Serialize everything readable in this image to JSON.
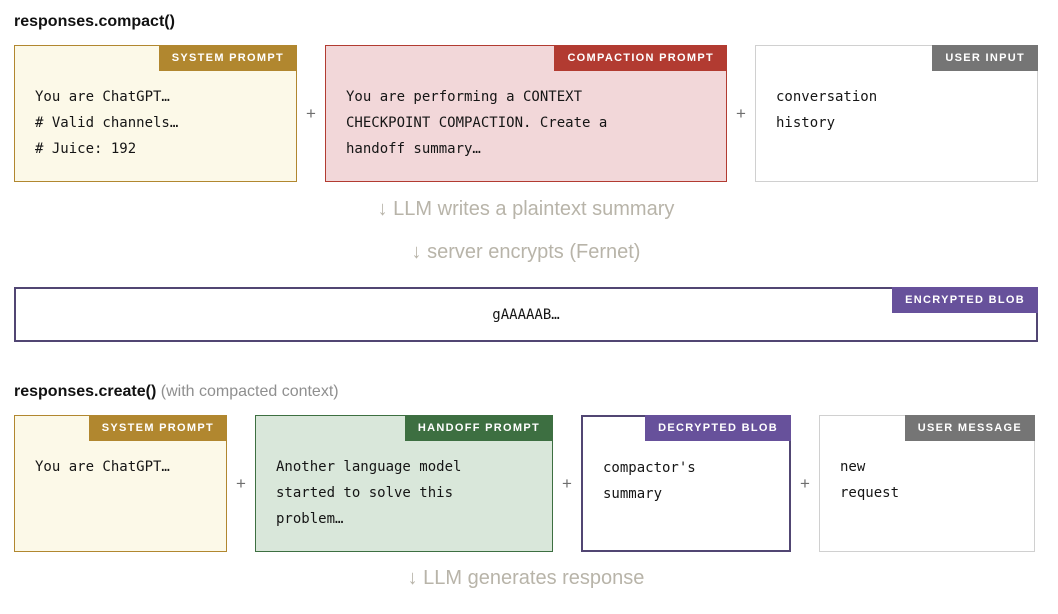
{
  "plus_sign": "+",
  "compact": {
    "title": "responses.compact()",
    "boxes": [
      {
        "tag": "SYSTEM PROMPT",
        "lines": [
          "You are ChatGPT…",
          "# Valid channels…",
          "# Juice: 192"
        ]
      },
      {
        "tag": "COMPACTION PROMPT",
        "lines": [
          "You are performing a CONTEXT",
          "CHECKPOINT COMPACTION. Create a",
          "handoff summary…"
        ]
      },
      {
        "tag": "USER INPUT",
        "lines": [
          "conversation",
          "history"
        ]
      }
    ],
    "note_llm": "↓ LLM writes a plaintext summary",
    "note_encrypt": "↓ server encrypts (Fernet)"
  },
  "blob": {
    "tag": "ENCRYPTED BLOB",
    "content": "gAAAAAB…"
  },
  "create": {
    "title": "responses.create()",
    "subtitle": "(with compacted context)",
    "boxes": [
      {
        "tag": "SYSTEM PROMPT",
        "lines": [
          "You are ChatGPT…"
        ]
      },
      {
        "tag": "HANDOFF PROMPT",
        "lines": [
          "Another language model",
          "started to solve this",
          "problem…"
        ]
      },
      {
        "tag": "DECRYPTED BLOB",
        "lines": [
          "compactor's",
          "summary"
        ]
      },
      {
        "tag": "USER MESSAGE",
        "lines": [
          "new",
          "request"
        ]
      }
    ],
    "note_generate": "↓ LLM generates response"
  },
  "colors": {
    "gold_tag": "#b1872f",
    "cream_bg": "#fcf9e8",
    "red_tag": "#b23b31",
    "pink_bg": "#f2d7d9",
    "green_tag": "#3d6f41",
    "light_green_bg": "#d9e7da",
    "purple_tag": "#67519b",
    "purple_border": "#514673",
    "gray_tag": "#757575",
    "light_gray_border": "#d0d0d0",
    "note_gray": "#b8b4a9"
  }
}
